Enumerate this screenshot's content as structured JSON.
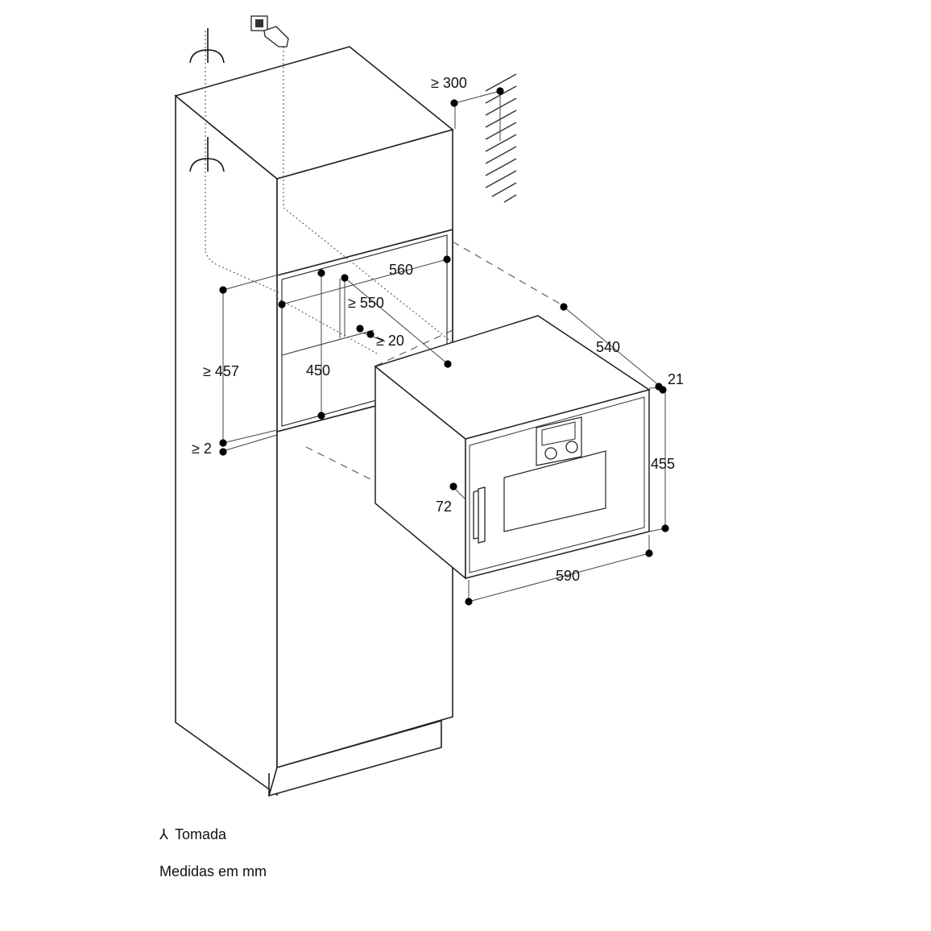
{
  "dimensions": {
    "wall_clearance": "≥ 300",
    "niche_width": "560",
    "niche_depth": "≥ 550",
    "rear_gap": "≥ 20",
    "niche_height_min": "≥ 457",
    "niche_height": "450",
    "bottom_gap": "≥ 2",
    "appliance_depth": "540",
    "front_offset": "21",
    "appliance_height": "455",
    "handle_offset": "72",
    "appliance_width": "590"
  },
  "legend": {
    "socket_symbol": "⅄",
    "socket_label": "Tomada",
    "units_note": "Medidas em mm"
  }
}
